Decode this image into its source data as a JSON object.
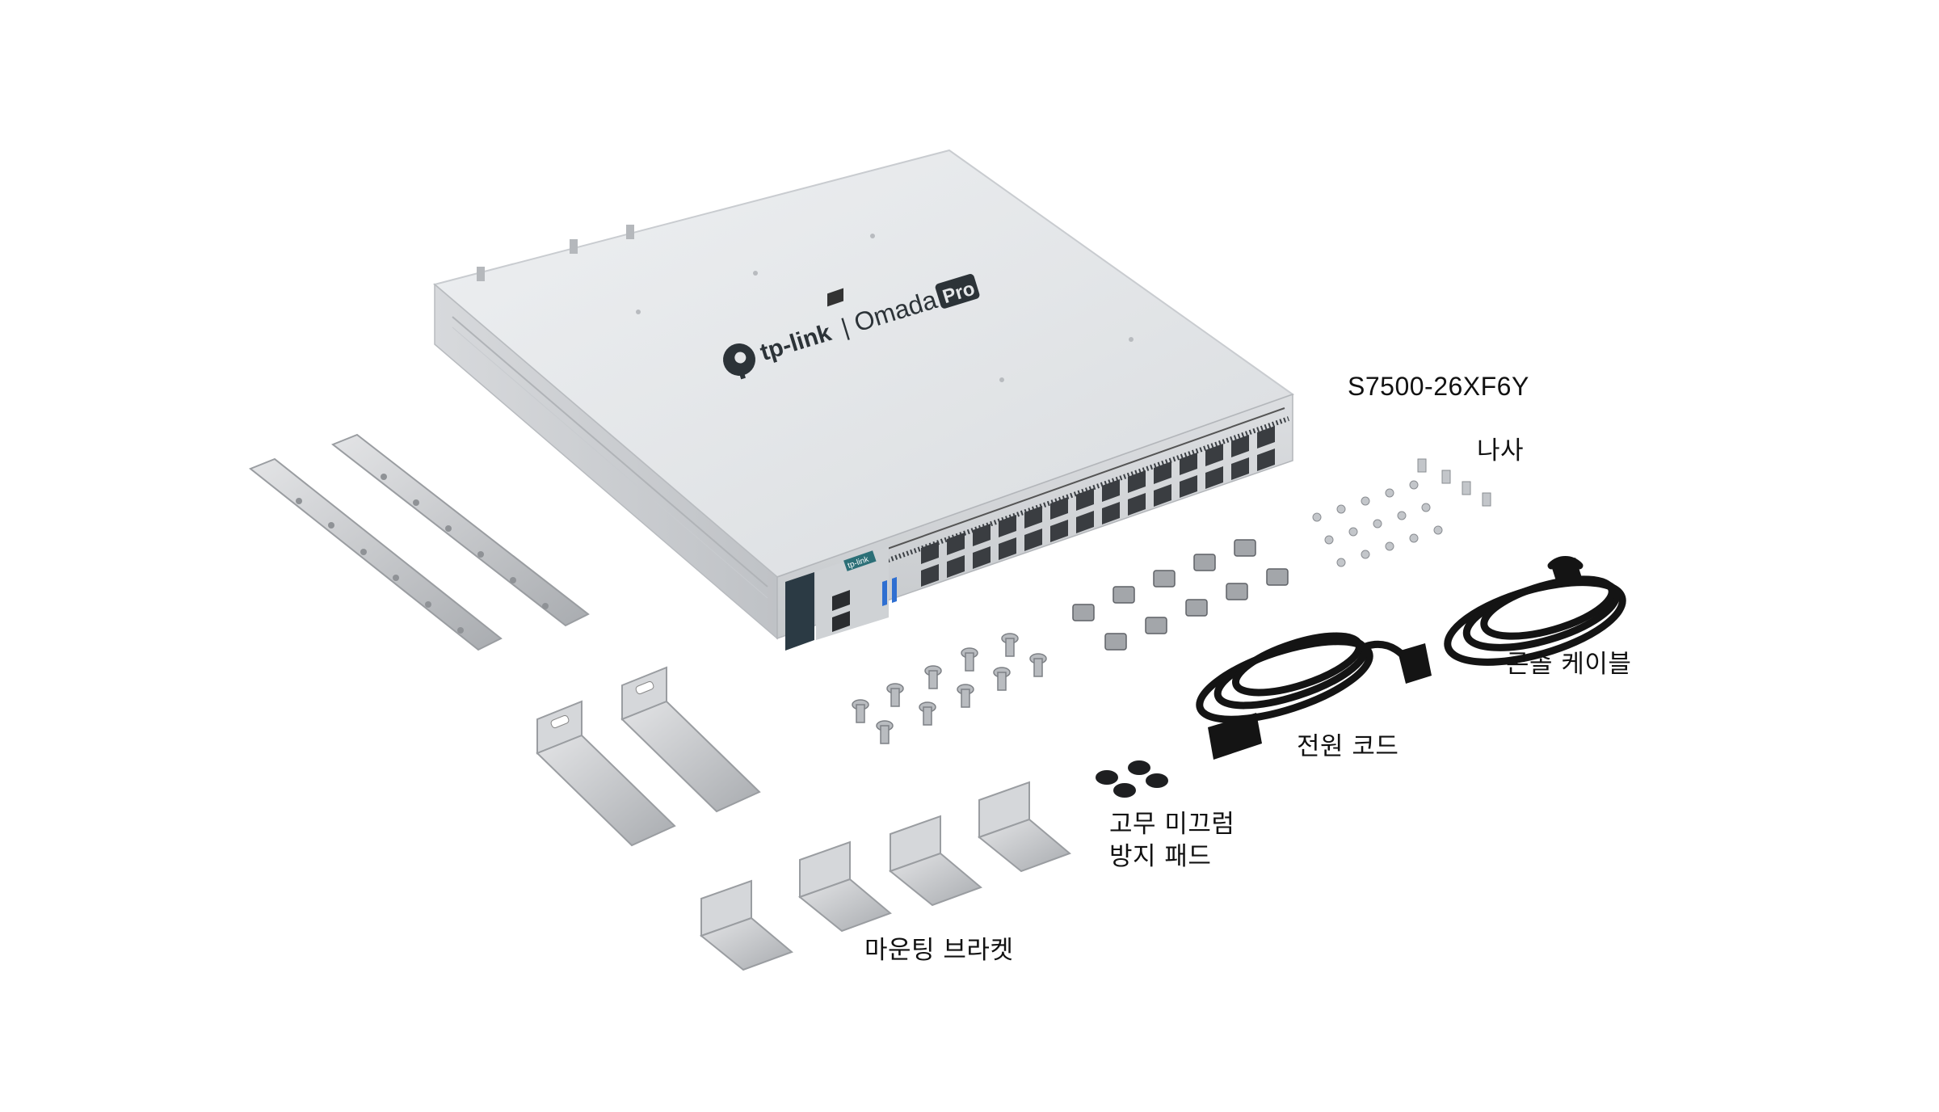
{
  "brand": {
    "logo_text": "tp-link",
    "separator": "|",
    "product_line": "Omada",
    "badge": "Pro",
    "front_logo": "tp-link"
  },
  "labels": {
    "model": "S7500-26XF6Y",
    "screws": "나사",
    "console_cable": "콘솔 케이블",
    "power_cord": "전원 코드",
    "rubber_pads_line1": "고무 미끄럼",
    "rubber_pads_line2": "방지 패드",
    "mounting_brackets": "마운팅 브라켓"
  },
  "colors": {
    "chassis_top": "#e4e6e8",
    "chassis_front": "#d3d5d8",
    "panel_dark": "#2b3a44",
    "accent_teal": "#2c6f77",
    "bracket": "#c4c6c8",
    "cable": "#141414"
  }
}
